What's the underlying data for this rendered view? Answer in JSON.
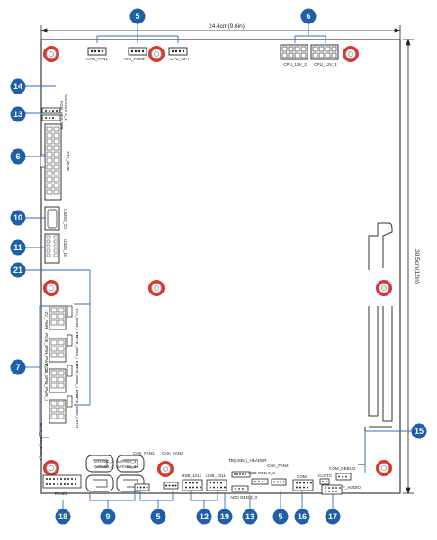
{
  "dimensions": {
    "width_label": "24.4cm(9.6in)",
    "height_label": "30.5cm(12in)"
  },
  "colors": {
    "board_outline": "#3a3a3a",
    "badge_fill": "#1d5fa8",
    "leader_blue": "#2f6fc0",
    "mount_hole": "#e2332b"
  },
  "labels": {
    "cha_fan1": "CHA_FAN1",
    "aio_pump": "AIO_PUMP",
    "cpu_opt": "CPU_OPT",
    "cpu_12v_2": "CPU_12V_2",
    "cpu_12v_1": "CPU_12V_1",
    "rgb_header": "RGB_HEADER",
    "addgen2_1": "ADD GEN 2_1",
    "atx_pwr": "ATX_PWR",
    "u32g2_c9": "U32G2_C9",
    "u32g_10": "U32G_10",
    "v12_pwr_pre": "12V_PWR",
    "v12_pwr_led": "12V_PWR_LED",
    "pcie_pwr_3": "PCIE_8PIN_PWR_3",
    "pcie_pwr_2": "PCIE_8PIN_PWR_2",
    "pcie_pwr_1": "PCIE_8PIN_PWR_1",
    "pcie_led3": "PCIE_8PIN_LED3",
    "pcie_led2": "PCIE_8PIN_LED2",
    "pcie_led1": "PCIE_8PIN_LED1",
    "sata_2": "SATA6G_2",
    "sata_1": "SATA6G_1",
    "sata_4": "SATA6G_4",
    "sata_3": "SATA6G_3",
    "cha_fan2": "CHA_FAN2",
    "cha_fan3": "CHA_FAN3",
    "panel": "PANEL",
    "usb_1213": "USB_1213",
    "usb_1011": "USB_1011",
    "tb_header": "TB(USB4)_HEADER",
    "addgen2_2": "ADD GEN 2_2",
    "addgen2_3": "ADD GEN 2_3",
    "cha_fan4": "CHA_FAN4",
    "com": "COM",
    "com_debug": "COM_DEBUG",
    "clrtc": "CLRTC",
    "f_audio": "F_AUDIO"
  },
  "badges": [
    "5",
    "6",
    "14",
    "13",
    "6",
    "10",
    "11",
    "21",
    "7",
    "15",
    "18",
    "9",
    "5",
    "12",
    "19",
    "13",
    "5",
    "16",
    "17"
  ]
}
